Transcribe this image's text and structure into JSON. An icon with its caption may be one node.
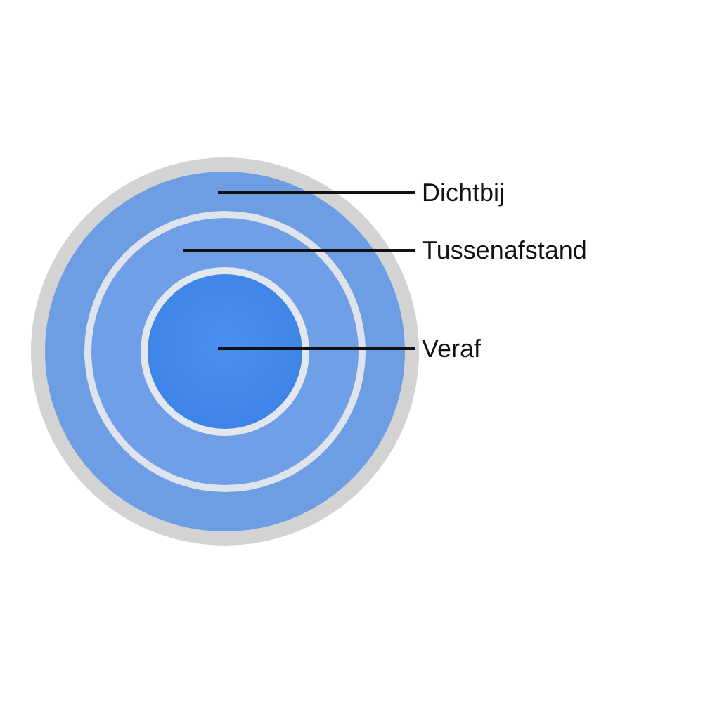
{
  "diagram": {
    "nodes": [
      {
        "text": [],
        "shape": "circle"
      },
      {
        "text": [],
        "shape": "circle",
        "in": 0
      },
      {
        "text": [],
        "shape": "circle",
        "in": 1
      },
      {
        "text": [
          "Dichtbij"
        ]
      },
      {
        "text": [
          "Tussenafstand"
        ]
      },
      {
        "text": [
          "Veraf"
        ]
      }
    ],
    "edges": [
      {
        "from": 3,
        "to": 0,
        "arrow": "none"
      },
      {
        "from": 4,
        "to": 1,
        "arrow": "none"
      },
      {
        "from": 5,
        "to": 2,
        "arrow": "none"
      }
    ]
  }
}
